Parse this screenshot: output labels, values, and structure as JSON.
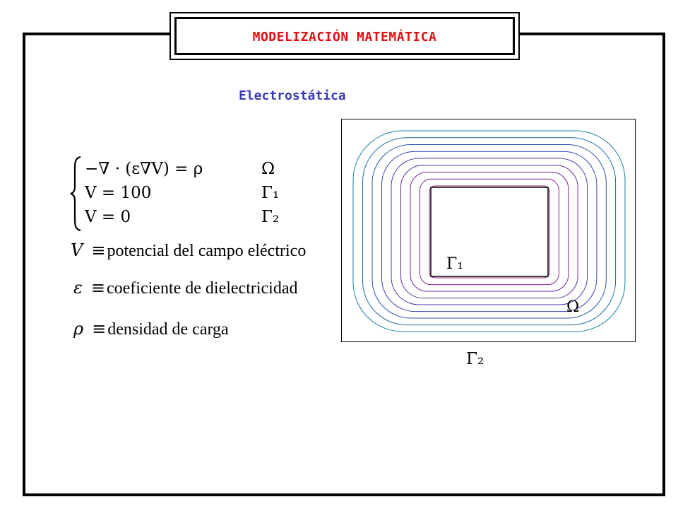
{
  "header": {
    "title": "MODELIZACIÓN MATEMÁTICA"
  },
  "slide": {
    "subtitle": "Electrostática"
  },
  "system": {
    "rows": [
      {
        "equation": "−∇ · (ε∇V) = ρ",
        "domain": "Ω"
      },
      {
        "equation": "V = 100",
        "domain": "Γ₁"
      },
      {
        "equation": "V = 0",
        "domain": "Γ₂"
      }
    ]
  },
  "definitions": [
    {
      "symbol": "V",
      "equiv": "≡",
      "text": "potencial del campo eléctrico"
    },
    {
      "symbol": "ε",
      "equiv": "≡",
      "text": "coeficiente de dielectricidad"
    },
    {
      "symbol": "ρ",
      "equiv": "≡",
      "text": "densidad de carga"
    }
  ],
  "figure": {
    "inner_label": "Γ₁",
    "domain_label": "Ω",
    "outer_label": "Γ₂",
    "contour_colors": [
      "#1a7fa0",
      "#1f6aa6",
      "#2a55a8",
      "#3a45a8",
      "#4d3aa4",
      "#5e2f9e",
      "#6e2896",
      "#7e2290",
      "#8e1c8a"
    ]
  }
}
